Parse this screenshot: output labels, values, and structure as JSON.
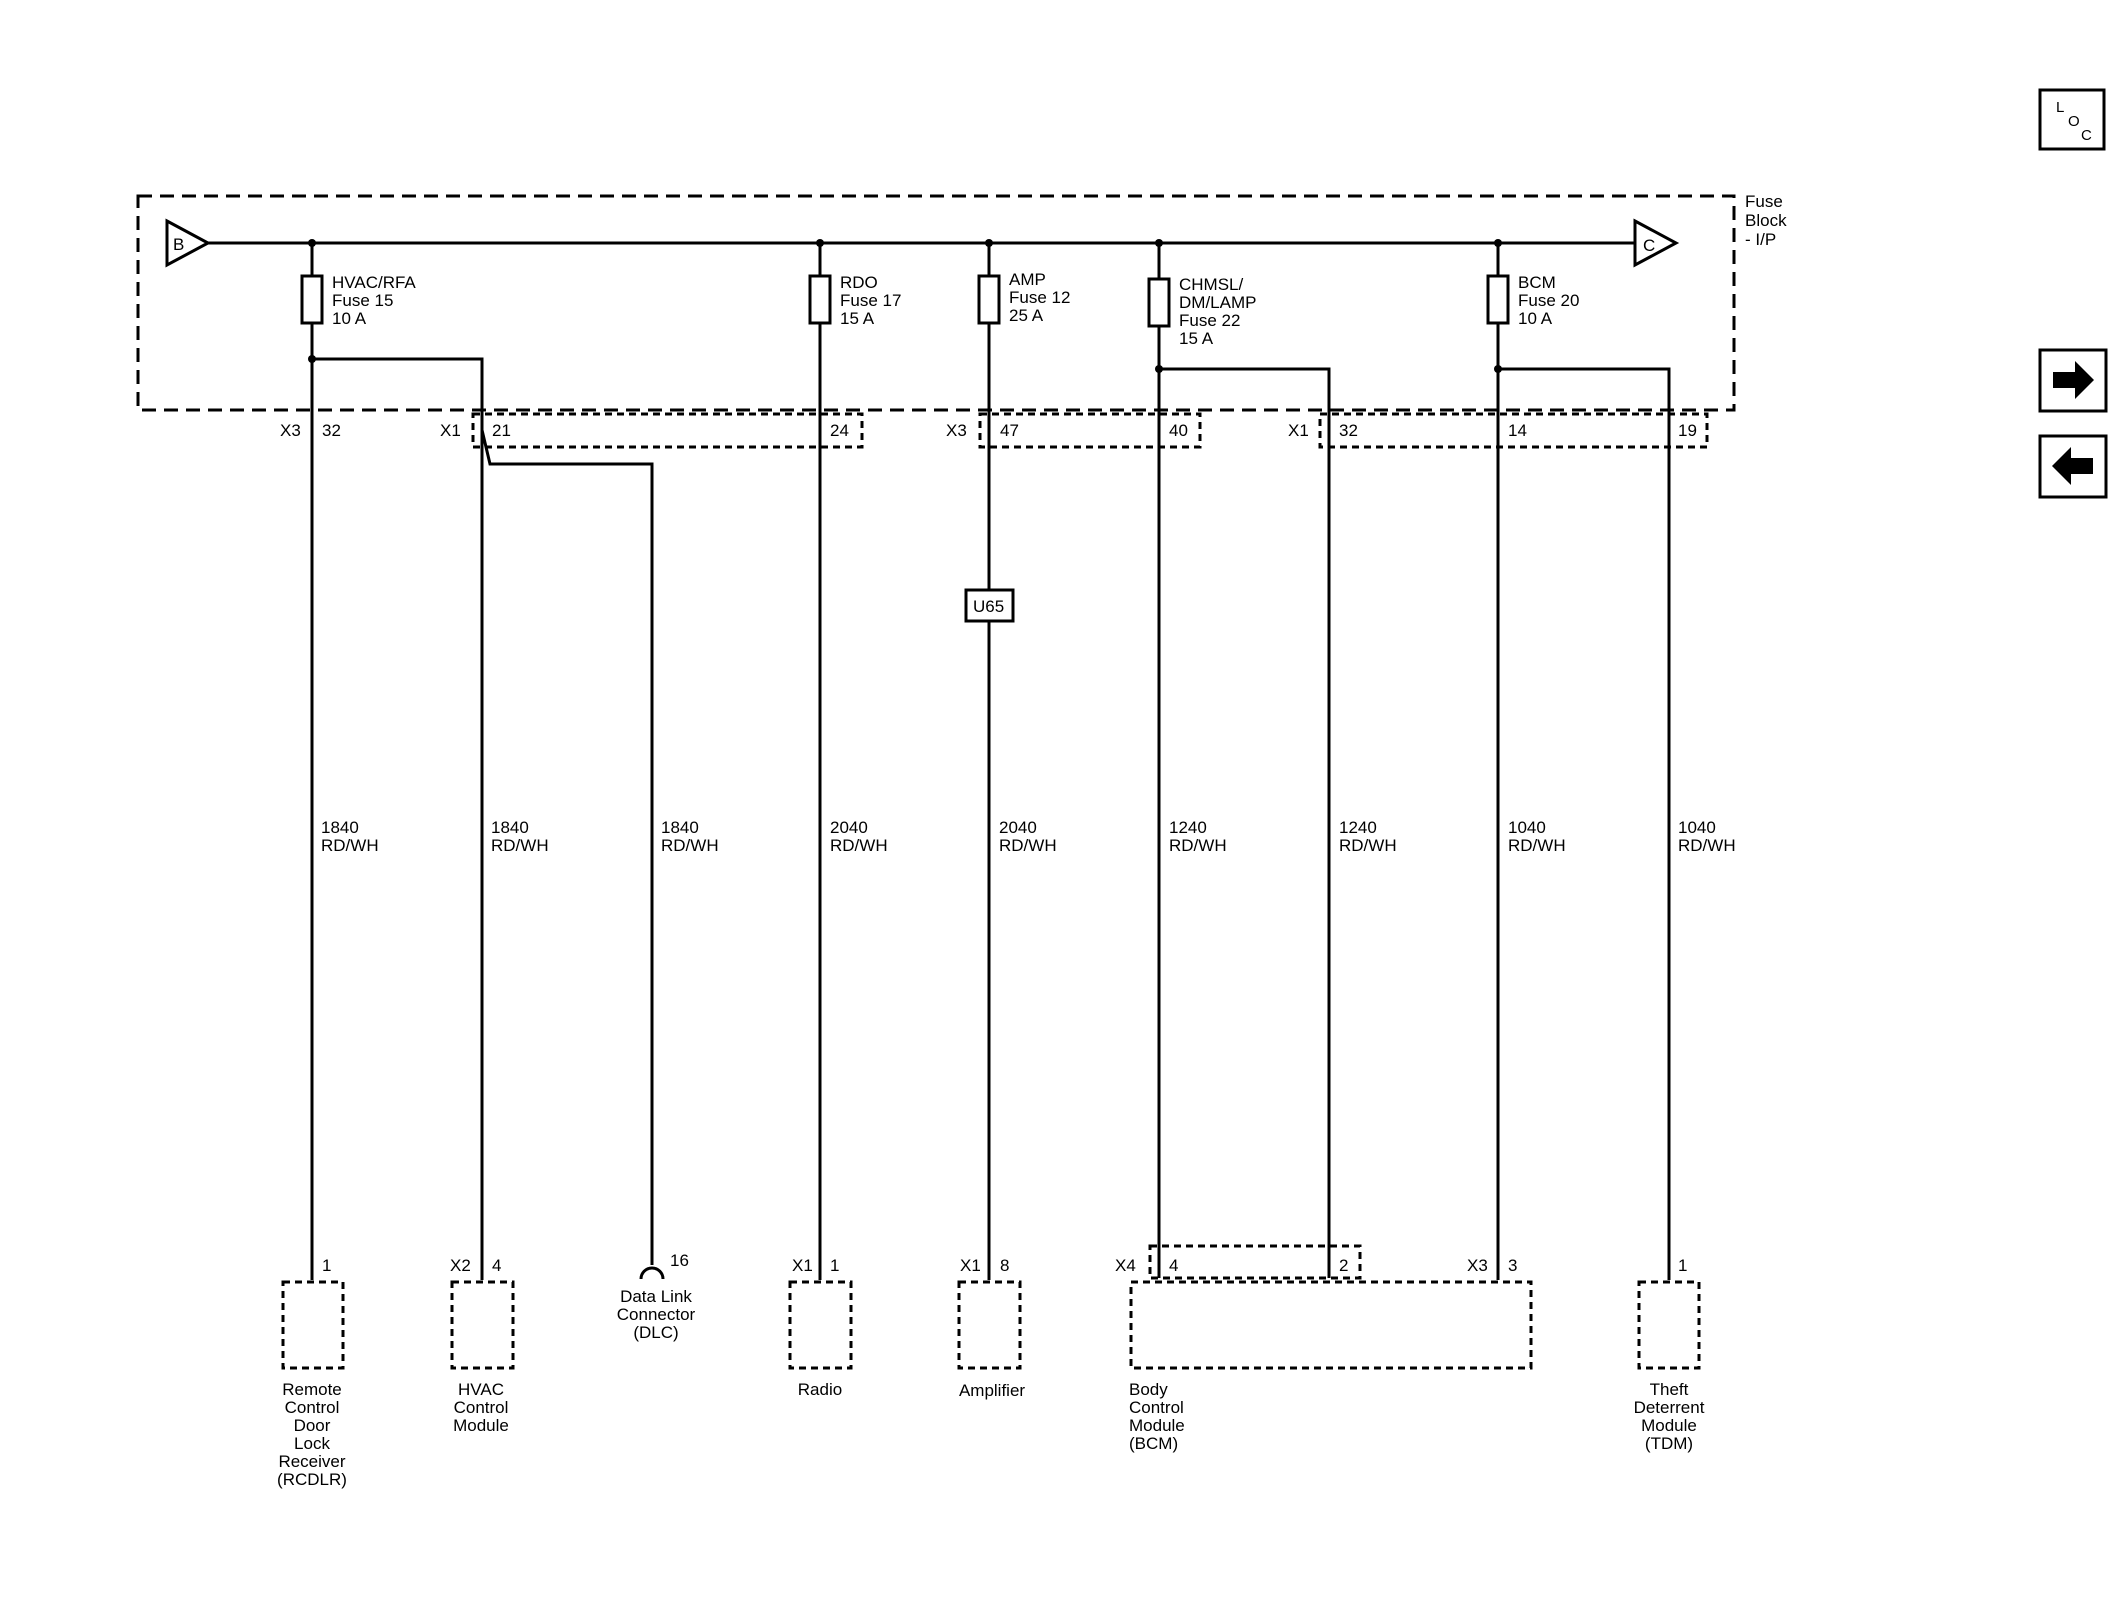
{
  "fuse_block": {
    "label_line1": "Fuse",
    "label_line2": "Block",
    "label_line3": "- I/P",
    "bus_start": "B",
    "bus_end": "C"
  },
  "fuses": [
    {
      "lines": [
        "HVAC/RFA",
        "Fuse 15",
        "10 A"
      ]
    },
    {
      "lines": [
        "RDO",
        "Fuse 17",
        "15 A"
      ]
    },
    {
      "lines": [
        "AMP",
        "Fuse 12",
        "25 A"
      ]
    },
    {
      "lines": [
        "CHMSL/",
        "DM/LAMP",
        "Fuse 22",
        "15 A"
      ]
    },
    {
      "lines": [
        "BCM",
        "Fuse 20",
        "10 A"
      ]
    }
  ],
  "top_pins": {
    "x3_a": "X3",
    "p32_a": "32",
    "x1_a": "X1",
    "p21": "21",
    "p24": "24",
    "x3_b": "X3",
    "p47": "47",
    "p40": "40",
    "x1_b": "X1",
    "p32_b": "32",
    "p14": "14",
    "p19": "19"
  },
  "splice": "U65",
  "wires": [
    {
      "gauge": "1840",
      "color": "RD/WH"
    },
    {
      "gauge": "1840",
      "color": "RD/WH"
    },
    {
      "gauge": "1840",
      "color": "RD/WH"
    },
    {
      "gauge": "2040",
      "color": "RD/WH"
    },
    {
      "gauge": "2040",
      "color": "RD/WH"
    },
    {
      "gauge": "1240",
      "color": "RD/WH"
    },
    {
      "gauge": "1240",
      "color": "RD/WH"
    },
    {
      "gauge": "1040",
      "color": "RD/WH"
    },
    {
      "gauge": "1040",
      "color": "RD/WH"
    }
  ],
  "bottom_pins": {
    "rcdlr_pin": "1",
    "hvac_conn": "X2",
    "hvac_pin": "4",
    "dlc_pin": "16",
    "radio_conn": "X1",
    "radio_pin": "1",
    "amp_conn": "X1",
    "amp_pin": "8",
    "bcm_conn_a": "X4",
    "bcm_pin_a": "4",
    "bcm_pin_b": "2",
    "bcm_conn_b": "X3",
    "bcm_pin_c": "3",
    "tdm_pin": "1"
  },
  "components": {
    "rcdlr": [
      "Remote",
      "Control",
      "Door",
      "Lock",
      "Receiver",
      "(RCDLR)"
    ],
    "hvac": [
      "HVAC",
      "Control",
      "Module"
    ],
    "dlc": [
      "Data Link",
      "Connector",
      "(DLC)"
    ],
    "radio": [
      "Radio"
    ],
    "amplifier": [
      "Amplifier"
    ],
    "bcm": [
      "Body",
      "Control",
      "Module",
      "(BCM)"
    ],
    "tdm": [
      "Theft",
      "Deterrent",
      "Module",
      "(TDM)"
    ]
  },
  "nav": {
    "loc_l": "L",
    "loc_o": "O",
    "loc_c": "C",
    "next_icon": "arrow-right-icon",
    "prev_icon": "arrow-left-icon"
  }
}
